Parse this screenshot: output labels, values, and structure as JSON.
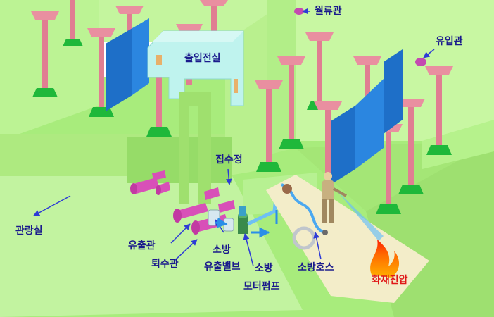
{
  "labels": {
    "overflow_pipe": "월류관",
    "inflow_pipe": "유입관",
    "entrance_room": "출입전실",
    "sump": "집수정",
    "gallery_room": "관랑실",
    "outflow_pipe": "유출관",
    "drain_pipe": "퇴수관",
    "valve_line1": "소방",
    "valve_line2": "유출밸브",
    "pump_line1": "소방",
    "pump_line2": "모터펌프",
    "fire_hose": "소방호스",
    "fire_suppression": "화재진압"
  },
  "colors": {
    "wall_green": "#b6f28c",
    "floor_green": "#a8ec7c",
    "column_pink": "#e07e92",
    "column_cap": "#e98fa0",
    "column_base": "#1fb83a",
    "panel_blue": "#1e6fc8",
    "pipe_magenta": "#d850b8",
    "label_blue": "#1a1a8c",
    "label_red": "#e01818",
    "entrance_cyan": "#bff3ee",
    "water_blue": "#4aa8f0"
  }
}
